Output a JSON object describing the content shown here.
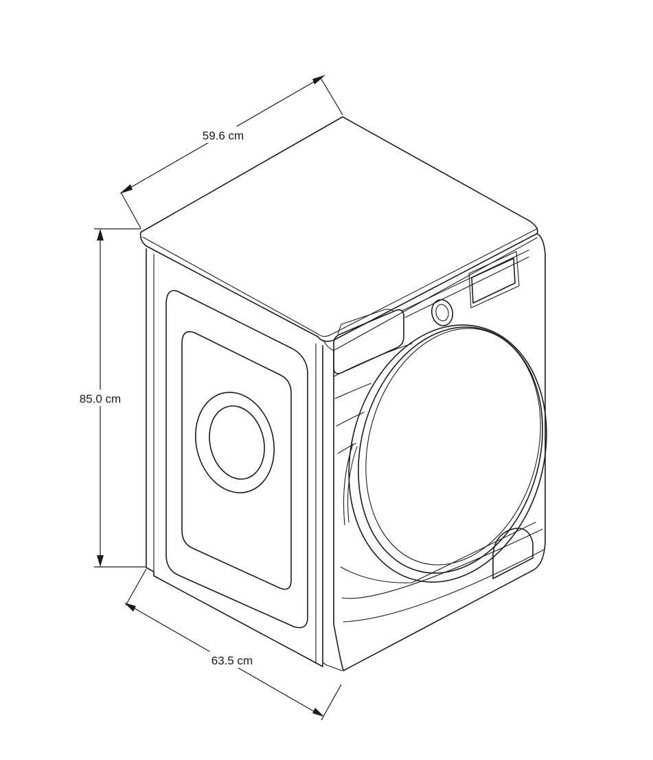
{
  "dimensions": {
    "width": "59.6 cm",
    "height": "85.0 cm",
    "depth": "63.5 cm"
  },
  "colors": {
    "line": "#1a1a1a",
    "background": "#ffffff"
  }
}
